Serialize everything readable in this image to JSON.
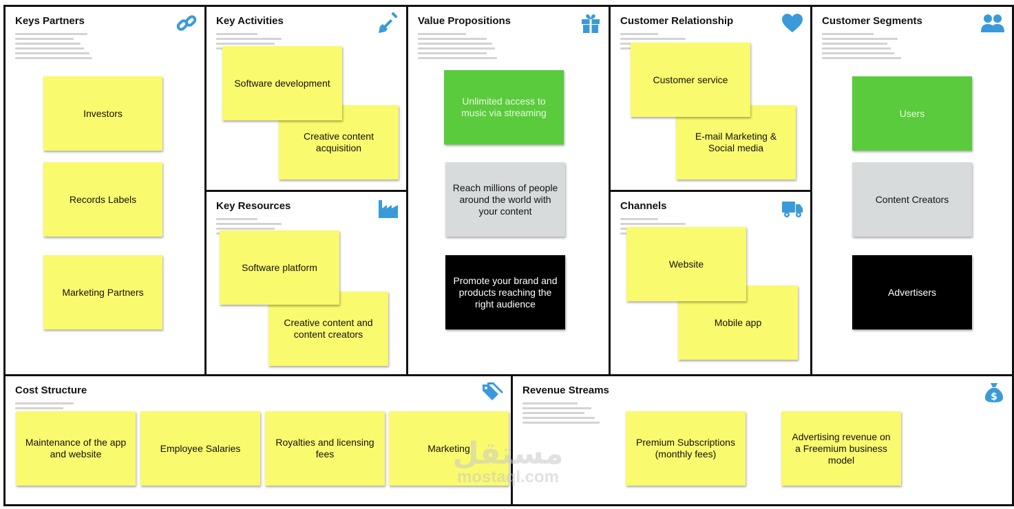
{
  "sections": {
    "key_partners": {
      "title": "Keys Partners",
      "icon": "link-icon",
      "notes": [
        "Investors",
        "Records Labels",
        "Marketing Partners"
      ]
    },
    "key_activities": {
      "title": "Key Activities",
      "icon": "shovel-icon",
      "notes": [
        "Software development",
        "Creative content acquisition"
      ]
    },
    "key_resources": {
      "title": "Key Resources",
      "icon": "factory-icon",
      "notes": [
        "Software platform",
        "Creative content and content creators"
      ]
    },
    "value_propositions": {
      "title": "Value Propositions",
      "icon": "gift-icon",
      "notes": [
        "Unlimited access to music via streaming",
        "Reach millions of people around the world with your content",
        "Promote your brand and products reaching the right audience"
      ]
    },
    "customer_relationship": {
      "title": "Customer Relationship",
      "icon": "heart-icon",
      "notes": [
        "Customer service",
        "E-mail Marketing & Social media"
      ]
    },
    "channels": {
      "title": "Channels",
      "icon": "truck-icon",
      "notes": [
        "Website",
        "Mobile app"
      ]
    },
    "customer_segments": {
      "title": "Customer Segments",
      "icon": "users-icon",
      "notes": [
        "Users",
        "Content Creators",
        "Advertisers"
      ]
    },
    "cost_structure": {
      "title": "Cost Structure",
      "icon": "tag-icon",
      "notes": [
        "Maintenance of the app and website",
        "Employee Salaries",
        "Royalties and licensing fees",
        "Marketing"
      ]
    },
    "revenue_streams": {
      "title": "Revenue Streams",
      "icon": "money-bag-icon",
      "notes": [
        "Premium Subscriptions (monthly fees)",
        "Advertising revenue on a Freemium business model"
      ]
    }
  },
  "watermark": {
    "arabic": "مستقل",
    "latin": "mostaql.com"
  },
  "colors": {
    "border": "#111111",
    "icon": "#3a9ad9",
    "note_yellow": "#fafa6e",
    "note_green": "#5acb3c",
    "note_gray": "#d8dbdc",
    "note_black": "#000000"
  }
}
